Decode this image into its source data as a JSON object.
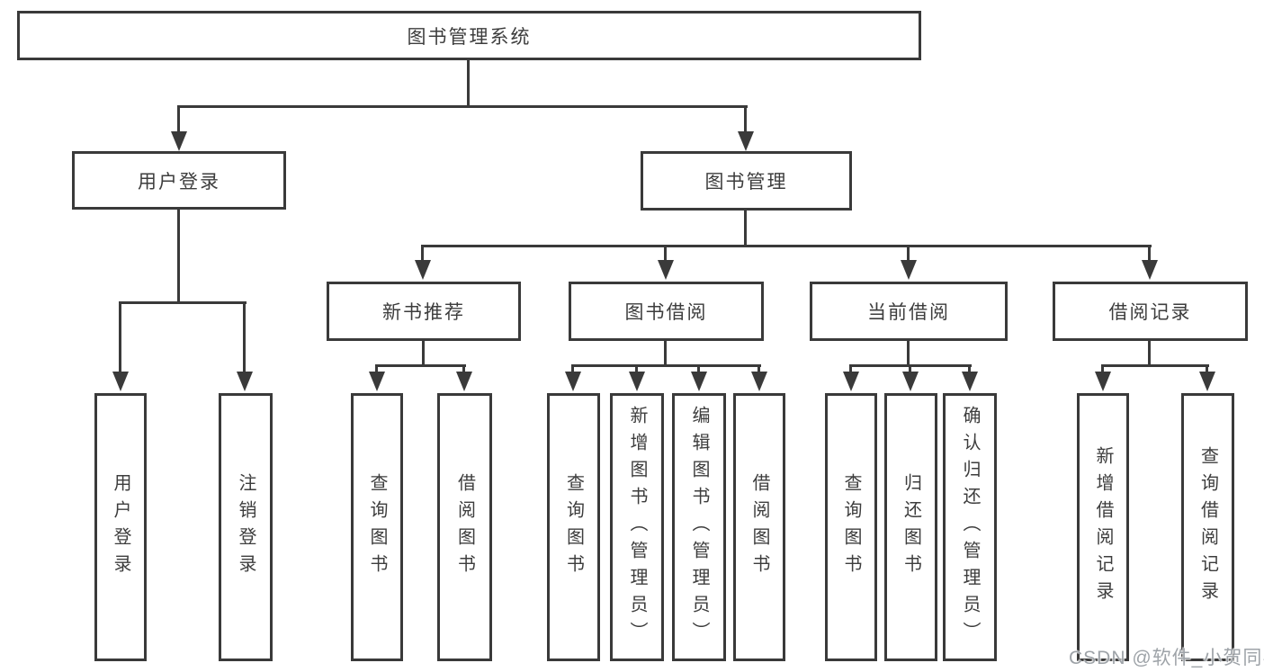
{
  "diagram": {
    "root": {
      "label": "图书管理系统"
    },
    "level2": [
      {
        "label": "用户登录"
      },
      {
        "label": "图书管理"
      }
    ],
    "level3": [
      {
        "label": "新书推荐"
      },
      {
        "label": "图书借阅"
      },
      {
        "label": "当前借阅"
      },
      {
        "label": "借阅记录"
      }
    ],
    "leaves": {
      "user_login": [
        "用户登录",
        "注销登录"
      ],
      "new_book": [
        "查询图书",
        "借阅图书"
      ],
      "book_borrow": [
        "查询图书",
        "新增图书（管理员）",
        "编辑图书（管理员）",
        "借阅图书"
      ],
      "current_borrow": [
        "查询图书",
        "归还图书",
        "确认归还（管理员）"
      ],
      "borrow_record": [
        "新增借阅记录",
        "查询借阅记录"
      ]
    }
  },
  "watermark": {
    "text": "CSDN @软件_小贺同学"
  },
  "colors": {
    "line": "#3a3a3a",
    "text": "#3d3d3d",
    "watermark": "#9ea3a8",
    "background": "#ffffff"
  }
}
